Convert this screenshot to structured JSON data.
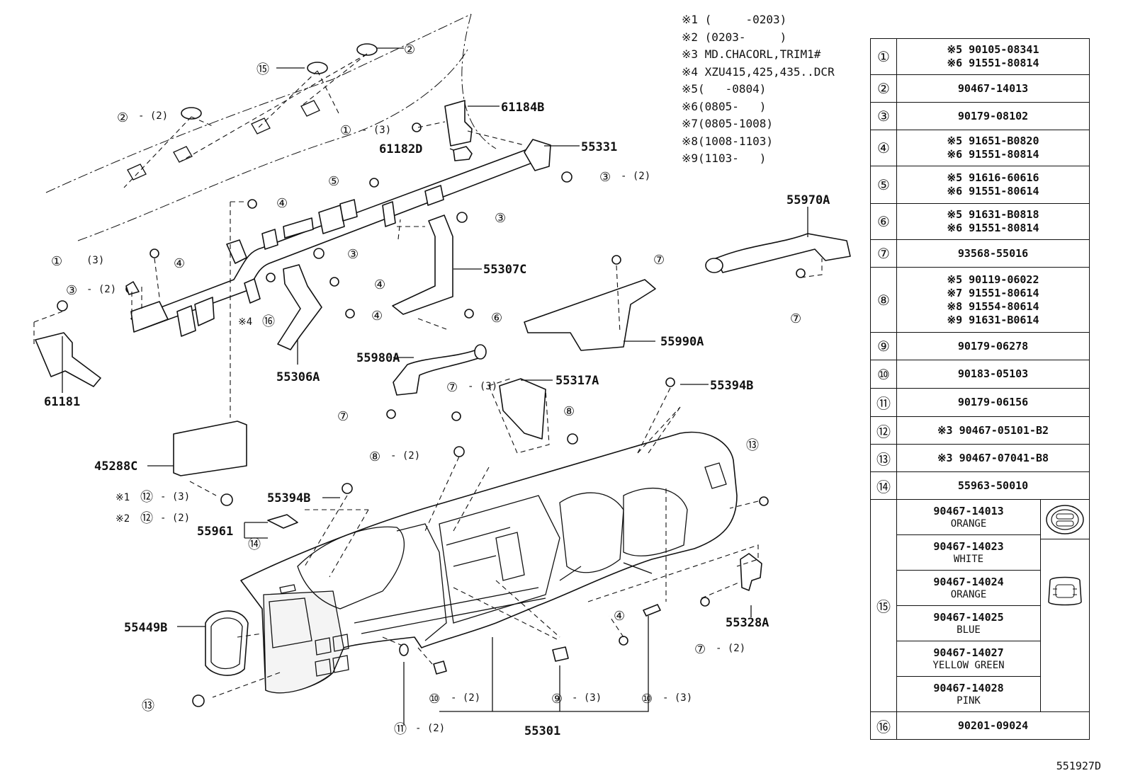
{
  "notes": [
    "※1 (     -0203)",
    "※2 (0203-     )",
    "※3 MD.CHACORL,TRIM1#",
    "※4 XZU415,425,435..DCR",
    "※5(   -0804)",
    "※6(0805-   )",
    "※7(0805-1008)",
    "※8(1008-1103)",
    "※9(1103-   )"
  ],
  "parts_table": [
    {
      "key": "①",
      "lines": [
        "※5 90105-08341",
        "※6 91551-80814"
      ]
    },
    {
      "key": "②",
      "lines": [
        "90467-14013"
      ]
    },
    {
      "key": "③",
      "lines": [
        "90179-08102"
      ]
    },
    {
      "key": "④",
      "lines": [
        "※5 91651-B0820",
        "※6 91551-80814"
      ]
    },
    {
      "key": "⑤",
      "lines": [
        "※5 91616-60616",
        "※6 91551-80614"
      ]
    },
    {
      "key": "⑥",
      "lines": [
        "※5 91631-B0818",
        "※6 91551-80814"
      ]
    },
    {
      "key": "⑦",
      "lines": [
        "93568-55016"
      ]
    },
    {
      "key": "⑧",
      "lines": [
        "※5 90119-06022",
        "※7 91551-80614",
        "※8 91554-80614",
        "※9 91631-B0614"
      ]
    },
    {
      "key": "⑨",
      "lines": [
        "90179-06278"
      ]
    },
    {
      "key": "⑩",
      "lines": [
        "90183-05103"
      ]
    },
    {
      "key": "⑪",
      "lines": [
        "90179-06156"
      ]
    },
    {
      "key": "⑫",
      "lines": [
        "※3 90467-05101-B2"
      ]
    },
    {
      "key": "⑬",
      "lines": [
        "※3 90467-07041-B8"
      ]
    },
    {
      "key": "⑭",
      "lines": [
        "55963-50010"
      ]
    },
    {
      "key": "⑮",
      "variants": [
        {
          "number": "90467-14013",
          "color": "ORANGE"
        },
        {
          "number": "90467-14023",
          "color": "WHITE"
        },
        {
          "number": "90467-14024",
          "color": "ORANGE"
        },
        {
          "number": "90467-14025",
          "color": "BLUE"
        },
        {
          "number": "90467-14027",
          "color": "YELLOW GREEN"
        },
        {
          "number": "90467-14028",
          "color": "PINK"
        }
      ]
    },
    {
      "key": "⑯",
      "lines": [
        "90201-09024"
      ]
    }
  ],
  "part_labels": [
    {
      "text": "61184B"
    },
    {
      "text": "55331"
    },
    {
      "text": "61182D"
    },
    {
      "text": "55970A"
    },
    {
      "text": "55307C"
    },
    {
      "text": "55990A"
    },
    {
      "text": "55306A"
    },
    {
      "text": "55980A"
    },
    {
      "text": "61181"
    },
    {
      "text": "55317A"
    },
    {
      "text": "55394B"
    },
    {
      "text": "45288C"
    },
    {
      "text": "55394B"
    },
    {
      "text": "55961"
    },
    {
      "text": "55449B"
    },
    {
      "text": "55328A"
    },
    {
      "text": "55301"
    }
  ],
  "callouts": [
    {
      "num": "②",
      "qty": ""
    },
    {
      "num": "⑮",
      "qty": ""
    },
    {
      "num": "②",
      "qty": "- (2)"
    },
    {
      "num": "①",
      "qty": "- (3)"
    },
    {
      "num": "⑤",
      "qty": ""
    },
    {
      "num": "③",
      "qty": "- (2)"
    },
    {
      "num": "④",
      "qty": ""
    },
    {
      "num": "③",
      "qty": ""
    },
    {
      "num": "①",
      "qty": "(3)"
    },
    {
      "num": "④",
      "qty": ""
    },
    {
      "num": "③",
      "qty": "- (2)"
    },
    {
      "num": "③",
      "qty": ""
    },
    {
      "num": "⑯",
      "qty": "",
      "prefix": "※4"
    },
    {
      "num": "④",
      "qty": ""
    },
    {
      "num": "④",
      "qty": ""
    },
    {
      "num": "⑥",
      "qty": ""
    },
    {
      "num": "⑦",
      "qty": ""
    },
    {
      "num": "⑦",
      "qty": ""
    },
    {
      "num": "⑦",
      "qty": "- (3)"
    },
    {
      "num": "⑦",
      "qty": ""
    },
    {
      "num": "⑧",
      "qty": ""
    },
    {
      "num": "⑧",
      "qty": "- (2)"
    },
    {
      "num": "⑬",
      "qty": ""
    },
    {
      "num": "⑫",
      "qty": "- (3)",
      "prefix": "※1"
    },
    {
      "num": "⑫",
      "qty": "- (2)",
      "prefix": "※2"
    },
    {
      "num": "⑭",
      "qty": ""
    },
    {
      "num": "④",
      "qty": ""
    },
    {
      "num": "⑦",
      "qty": "- (2)"
    },
    {
      "num": "⑬",
      "qty": ""
    },
    {
      "num": "⑩",
      "qty": "- (2)"
    },
    {
      "num": "⑨",
      "qty": "- (3)"
    },
    {
      "num": "⑩",
      "qty": "- (3)"
    },
    {
      "num": "⑪",
      "qty": "- (2)"
    }
  ],
  "diagram_ref": "551927D"
}
